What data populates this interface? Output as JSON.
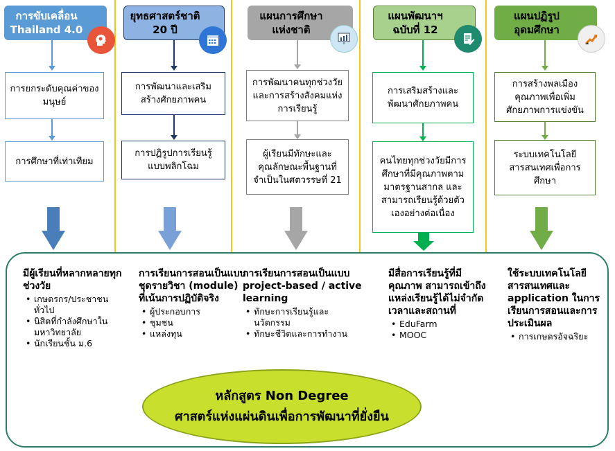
{
  "columns": [
    {
      "header": [
        "การขับเคลื่อน",
        "Thailand 4.0"
      ],
      "icon": "head-gear-icon",
      "boxes": [
        "การยกระดับคุณค่าของมนุษย์",
        "การศึกษาที่เท่าเทียม"
      ],
      "colors": {
        "header": "#5b9bd5",
        "border": "#5b9bd5",
        "icon_bg": "#e8553b",
        "arrow": "#4a7ebb"
      }
    },
    {
      "header": [
        "ยุทธศาสตร์ชาติ",
        "20 ปี"
      ],
      "icon": "calendar-icon",
      "boxes": [
        "การพัฒนาและเสริมสร้างศักยภาพคน",
        "การปฏิรูปการเรียนรู้แบบพลิกโฉม"
      ],
      "colors": {
        "header": "#8db3e2",
        "border": "#1f3864",
        "icon_bg": "#2e75d6",
        "arrow": "#7aa0d8"
      }
    },
    {
      "header": [
        "แผนการศึกษา",
        "แห่งชาติ"
      ],
      "icon": "chart-board-icon",
      "boxes": [
        "การพัฒนาคนทุกช่วงวัยและการสร้างสังคมแห่งการเรียนรู้",
        "ผู้เรียนมีทักษะและคุณลักษณะพื้นฐานที่จำเป็นในศตวรรษที่ 21"
      ],
      "colors": {
        "header": "#a6a6a6",
        "border": "#7f7f7f",
        "icon_bg": "#cfe6f5",
        "arrow": "#a6a6a6"
      }
    },
    {
      "header": [
        "แผนพัฒนาฯ",
        "ฉบับที่ 12"
      ],
      "icon": "document-pen-icon",
      "boxes": [
        "การเสริมสร้างและพัฒนาศักยภาพคน",
        "คนไทยทุกช่วงวัยมีการศึกษาที่มีคุณภาพตามมาตรฐานสากล และสามารถเรียนรู้ด้วยตัวเองอย่างต่อเนื่อง"
      ],
      "colors": {
        "header": "#a9d18e",
        "border": "#00b050",
        "icon_bg": "#1f8a6e",
        "arrow": "#00b050"
      }
    },
    {
      "header": [
        "แผนปฏิรูป",
        "อุดมศึกษา"
      ],
      "icon": "rising-arrow-icon",
      "boxes": [
        "การสร้างพลเมืองคุณภาพเพื่อเพิ่มศักยภาพการแข่งขัน",
        "ระบบเทคโนโลยีสารสนเทศเพื่อการศึกษา"
      ],
      "colors": {
        "header": "#70ad47",
        "border": "#548235",
        "icon_bg": "#f0f0f0",
        "arrow": "#70ad47"
      }
    }
  ],
  "bottom": [
    {
      "title": "มีผู้เรียนที่หลากหลายทุกช่วงวัย",
      "items": [
        "เกษตรกร/ประชาชนทั่วไป",
        "นิสิตที่กำลังศึกษาในมหาวิทยาลัย",
        "นักเรียนชั้น ม.6"
      ]
    },
    {
      "title": "การเรียนการสอนเป็นแบบชุดรายวิชา (module) ที่เน้นการปฏิบัติจริง",
      "items": [
        "ผู้ประกอบการ",
        "ชุมชน",
        "แหล่งทุน"
      ]
    },
    {
      "title": "การเรียนการสอนเป็นแบบ project-based / active learning",
      "items": [
        "ทักษะการเรียนรู้และนวัตกรรม",
        "ทักษะชีวิตและการทำงาน"
      ]
    },
    {
      "title": "มีสื่อการเรียนรู้ที่มีคุณภาพ สามารถเข้าถึงแหล่งเรียนรู้ได้ไม่จำกัดเวลาและสถานที่",
      "items": [
        "EduFarm",
        "MOOC"
      ]
    },
    {
      "title": "ใช้ระบบเทคโนโลยีสารสนเทศและ application ในการเรียนการสอนและการประเมินผล",
      "items": [
        "การเกษตรอัจฉริยะ"
      ]
    }
  ],
  "center": {
    "line1": "หลักสูตร Non Degree",
    "line2": "ศาสตร์แห่งแผ่นดินเพื่อการพัฒนาที่ยั่งยืน"
  },
  "colors": {
    "divider": "#f5c518",
    "panel_border": "#2e7d6b",
    "ellipse": "#c8df2d"
  }
}
